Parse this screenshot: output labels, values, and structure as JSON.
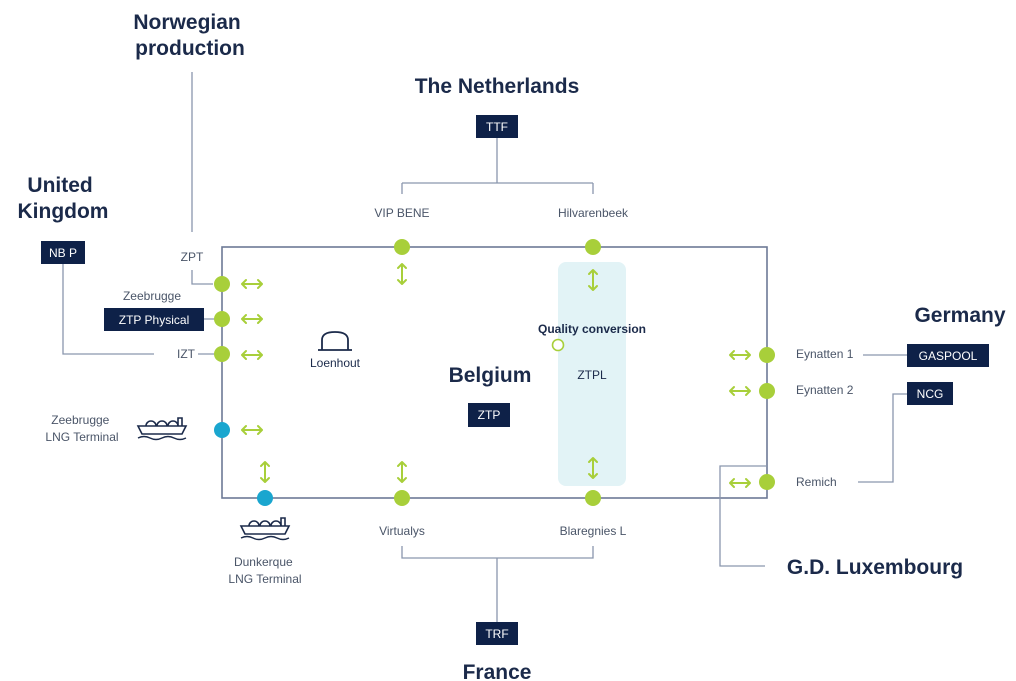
{
  "countries": {
    "norway": [
      "Norwegian",
      "production"
    ],
    "netherlands": "The Netherlands",
    "uk": [
      "United",
      "Kingdom"
    ],
    "germany": "Germany",
    "belgium": "Belgium",
    "luxembourg": "G.D. Luxembourg",
    "france": "France"
  },
  "hubs": {
    "ttf": "TTF",
    "nbp": "NB P",
    "ztp_physical": "ZTP Physical",
    "ztp": "ZTP",
    "gaspool": "GASPOOL",
    "ncg": "NCG",
    "trf": "TRF"
  },
  "points": {
    "vip_bene": "VIP BENE",
    "hilvarenbeek": "Hilvarenbeek",
    "zpt": "ZPT",
    "zeebrugge": "Zeebrugge",
    "izt": "IZT",
    "zeebrugge_lng": [
      "Zeebrugge",
      "LNG Terminal"
    ],
    "dunkerque_lng": [
      "Dunkerque",
      "LNG Terminal"
    ],
    "virtualys": "Virtualys",
    "blaregnies": "Blaregnies L",
    "eynatten1": "Eynatten  1",
    "eynatten2": "Eynatten  2",
    "remich": "Remich"
  },
  "inside": {
    "loenhout": "Loenhout",
    "quality_conversion": "Quality conversion",
    "ztpl": "ZTPL"
  },
  "colors": {
    "navy": "#0e2148",
    "green_point": "#a8cf3a",
    "lng_point": "#1aa6cf",
    "ztpl_zone": "#e2f3f6"
  },
  "icons": [
    "lng-ship-icon",
    "storage-tank-icon",
    "bidirectional-arrow-icon"
  ]
}
